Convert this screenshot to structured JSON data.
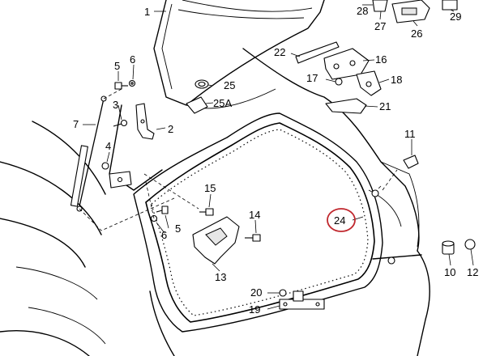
{
  "diagram": {
    "highlight_color": "#c0272d",
    "labels": {
      "l1": "1",
      "l2": "2",
      "l3": "3",
      "l4": "4",
      "l5a": "5",
      "l5b": "5",
      "l6a": "6",
      "l6b": "6",
      "l7": "7",
      "l10": "10",
      "l11": "11",
      "l12": "12",
      "l13": "13",
      "l14": "14",
      "l15": "15",
      "l16": "16",
      "l17": "17",
      "l18": "18",
      "l19": "19",
      "l20": "20",
      "l21": "21",
      "l22": "22",
      "l24": "24",
      "l25": "25",
      "l25a": "25A",
      "l26": "26",
      "l27": "27",
      "l28": "28",
      "l29": "29"
    }
  }
}
